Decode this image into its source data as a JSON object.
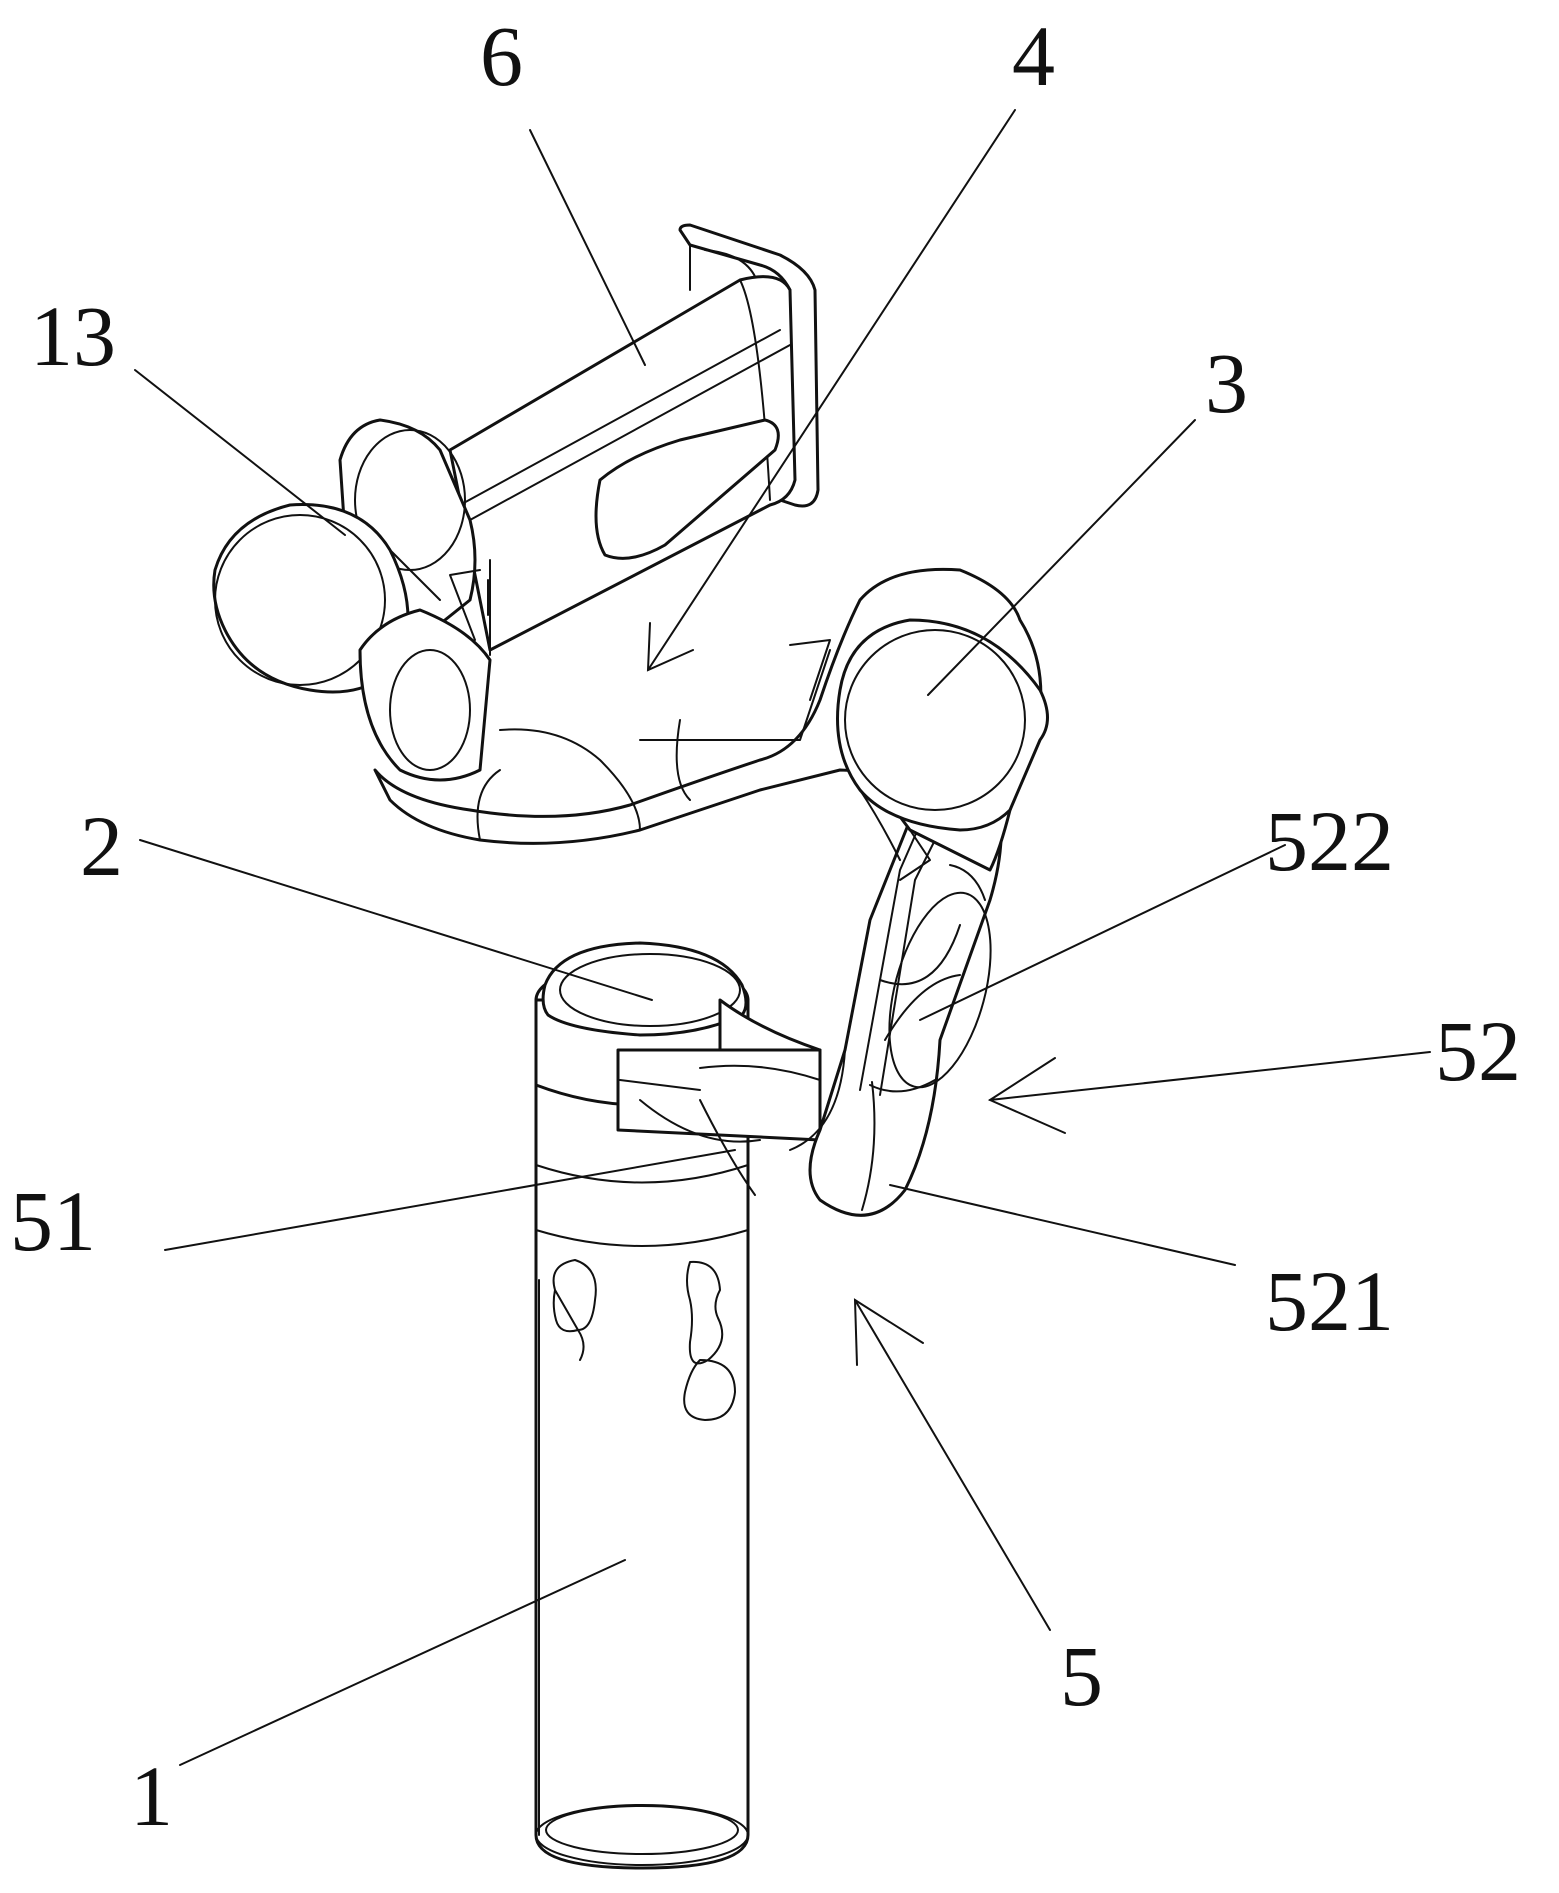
{
  "labels": {
    "l1": "1",
    "l2": "2",
    "l3": "3",
    "l4": "4",
    "l5": "5",
    "l6": "6",
    "l13": "13",
    "l51": "51",
    "l52": "52",
    "l521": "521",
    "l522": "522"
  }
}
